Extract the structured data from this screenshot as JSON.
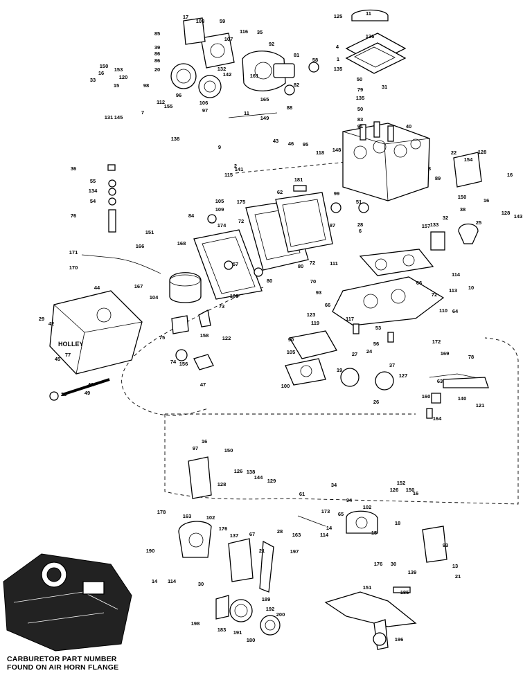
{
  "caption": {
    "line1": "CARBURETOR PART NUMBER",
    "line2": "FOUND ON AIR HORN FLANGE"
  },
  "callouts": [
    "17",
    "103",
    "59",
    "85",
    "39",
    "86",
    "107",
    "116",
    "35",
    "92",
    "81",
    "58",
    "86",
    "20",
    "132",
    "142",
    "161",
    "82",
    "96",
    "165",
    "88",
    "106",
    "97",
    "11",
    "149",
    "33",
    "16",
    "150",
    "153",
    "120",
    "15",
    "98",
    "112",
    "155",
    "131",
    "145",
    "7",
    "138",
    "9",
    "43",
    "46",
    "95",
    "118",
    "148",
    "125",
    "11",
    "136",
    "4",
    "1",
    "135",
    "31",
    "50",
    "79",
    "135",
    "50",
    "83",
    "91",
    "40",
    "2",
    "115",
    "141",
    "36",
    "55",
    "134",
    "54",
    "76",
    "181",
    "62",
    "105",
    "109",
    "175",
    "99",
    "51",
    "84",
    "174",
    "72",
    "87",
    "28",
    "6",
    "8",
    "89",
    "22",
    "154",
    "128",
    "16",
    "16",
    "150",
    "38",
    "128",
    "143",
    "32",
    "25",
    "157",
    "133",
    "151",
    "166",
    "171",
    "170",
    "167",
    "168",
    "57",
    "80",
    "80",
    "72",
    "111",
    "70",
    "93",
    "66",
    "113",
    "114",
    "10",
    "110",
    "64",
    "72",
    "117",
    "53",
    "56",
    "27",
    "24",
    "37",
    "127",
    "172",
    "169",
    "78",
    "66",
    "123",
    "119",
    "90",
    "105",
    "100",
    "19",
    "26",
    "63",
    "140",
    "160",
    "121",
    "164",
    "29",
    "42",
    "44",
    "104",
    "73",
    "108",
    "75",
    "158",
    "122",
    "74",
    "156",
    "47",
    "77",
    "45",
    "41",
    "49",
    "23",
    "97",
    "16",
    "150",
    "128",
    "126",
    "138",
    "144",
    "129",
    "61",
    "34",
    "94",
    "65",
    "173",
    "102",
    "15",
    "152",
    "126",
    "150",
    "16",
    "18",
    "14",
    "114",
    "28",
    "163",
    "178",
    "163",
    "102",
    "176",
    "137",
    "67",
    "190",
    "21",
    "197",
    "14",
    "114",
    "30",
    "176",
    "30",
    "139",
    "93",
    "13",
    "21",
    "151",
    "185",
    "189",
    "198",
    "183",
    "191",
    "192",
    "200",
    "180",
    "196"
  ]
}
